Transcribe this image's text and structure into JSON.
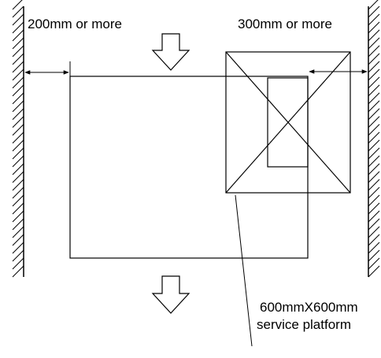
{
  "labels": {
    "left_clearance": "200mm or more",
    "right_clearance": "300mm or more",
    "platform_size": "600mmX600mm",
    "platform_name": "service platform"
  },
  "icons": {
    "flow_in": "down-arrow-icon",
    "flow_out": "down-arrow-icon"
  }
}
